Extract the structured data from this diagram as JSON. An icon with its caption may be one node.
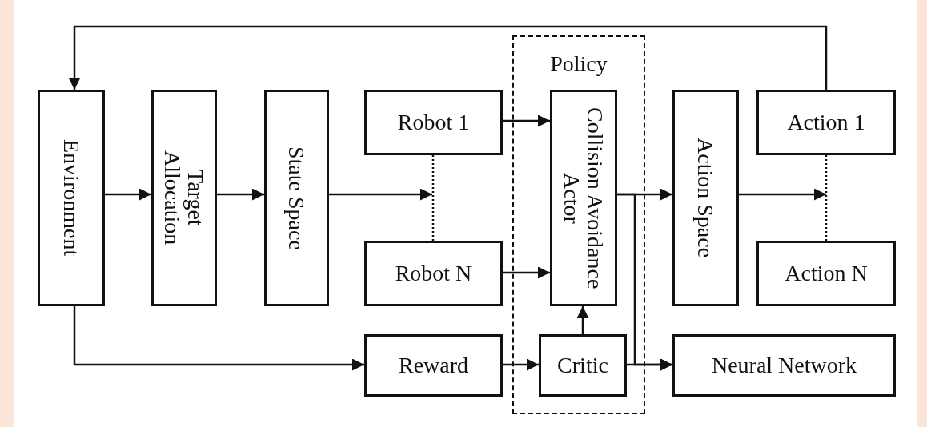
{
  "diagram": {
    "nodes": [
      {
        "text": [
          "Environment"
        ]
      },
      {
        "text": [
          "Target Allocation"
        ]
      },
      {
        "text": [
          "State Space"
        ]
      },
      {
        "text": [
          "Robot 1"
        ]
      },
      {
        "text": [
          "Robot N"
        ]
      },
      {
        "text": [
          "Reward"
        ]
      },
      {
        "text": [
          "Policy"
        ]
      },
      {
        "text": [
          "Collision Avoidance Actor"
        ],
        "in": 6
      },
      {
        "text": [
          "Critic"
        ],
        "in": 6
      },
      {
        "text": [
          "Action Space"
        ]
      },
      {
        "text": [
          "Action 1"
        ]
      },
      {
        "text": [
          "Action N"
        ]
      },
      {
        "text": [
          "Neural Network"
        ]
      }
    ],
    "edges": [
      {
        "from": 0,
        "to": 1,
        "arrow": "to"
      },
      {
        "from": 1,
        "to": 2,
        "arrow": "to"
      },
      {
        "from": 2,
        "to": null,
        "arrow": "to"
      },
      {
        "from": 3,
        "to": 4,
        "arrow": "none",
        "style": "dashed"
      },
      {
        "from": 3,
        "to": 7,
        "arrow": "to"
      },
      {
        "from": 4,
        "to": 7,
        "arrow": "to"
      },
      {
        "from": 0,
        "to": 5,
        "arrow": "to"
      },
      {
        "from": 5,
        "to": 8,
        "arrow": "to"
      },
      {
        "from": 8,
        "to": 7,
        "arrow": "to"
      },
      {
        "from": 7,
        "to": 9,
        "arrow": "to"
      },
      {
        "from": 9,
        "to": null,
        "arrow": "to"
      },
      {
        "from": 10,
        "to": 11,
        "arrow": "none",
        "style": "dashed"
      },
      {
        "from": 10,
        "to": 0,
        "arrow": "to"
      },
      {
        "from": 8,
        "to": 12,
        "arrow": "to"
      },
      {
        "from": 7,
        "to": 12,
        "arrow": "to"
      }
    ]
  }
}
